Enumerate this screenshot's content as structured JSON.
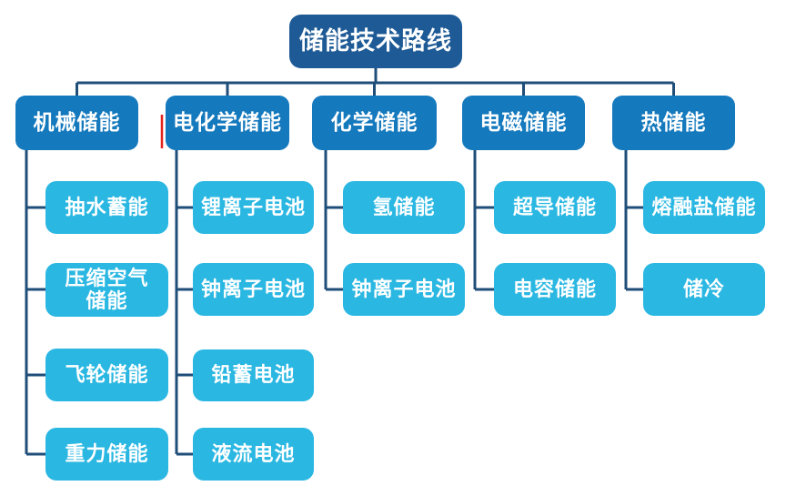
{
  "tree": {
    "root": {
      "label": "储能技术路线"
    },
    "branches": [
      {
        "label": "机械储能",
        "children": [
          {
            "label": "抽水蓄能"
          },
          {
            "label": "压缩空气\n储能"
          },
          {
            "label": "飞轮储能"
          },
          {
            "label": "重力储能"
          }
        ]
      },
      {
        "label": "电化学储能",
        "children": [
          {
            "label": "锂离子电池"
          },
          {
            "label": "钟离子电池"
          },
          {
            "label": "铅蓄电池"
          },
          {
            "label": "液流电池"
          }
        ]
      },
      {
        "label": "化学储能",
        "children": [
          {
            "label": "氢储能"
          },
          {
            "label": "钟离子电池"
          }
        ]
      },
      {
        "label": "电磁储能",
        "children": [
          {
            "label": "超导储能"
          },
          {
            "label": "电容储能"
          }
        ]
      },
      {
        "label": "热储能",
        "children": [
          {
            "label": "熔融盐储能"
          },
          {
            "label": "储冷"
          }
        ]
      }
    ]
  },
  "colors": {
    "root-bg": "#1E5A96",
    "branch-bg": "#1479BD",
    "child-bg": "#2AB7E2",
    "connector": "#1F4E79",
    "artifact-red": "#E3231C",
    "text": "#FFFFFF"
  }
}
